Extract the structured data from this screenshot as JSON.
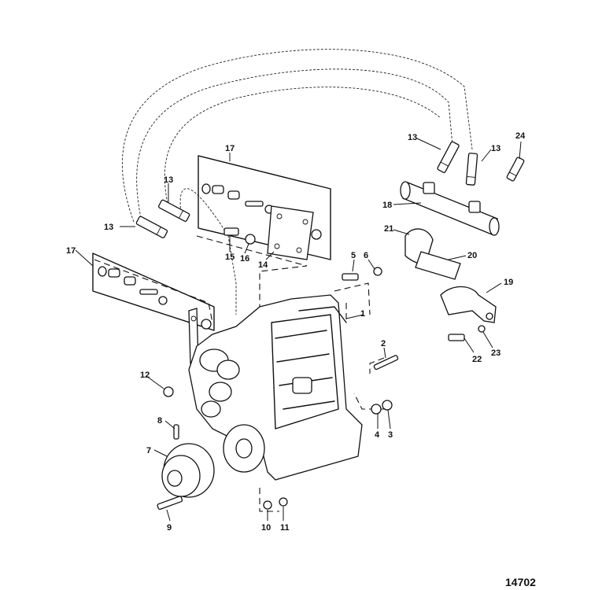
{
  "figure_number": "14702",
  "callouts": [
    "1",
    "2",
    "3",
    "4",
    "5",
    "6",
    "7",
    "8",
    "9",
    "10",
    "11",
    "12",
    "13",
    "13",
    "13",
    "13",
    "14",
    "15",
    "16",
    "17",
    "17",
    "18",
    "19",
    "20",
    "21",
    "22",
    "23",
    "24"
  ]
}
